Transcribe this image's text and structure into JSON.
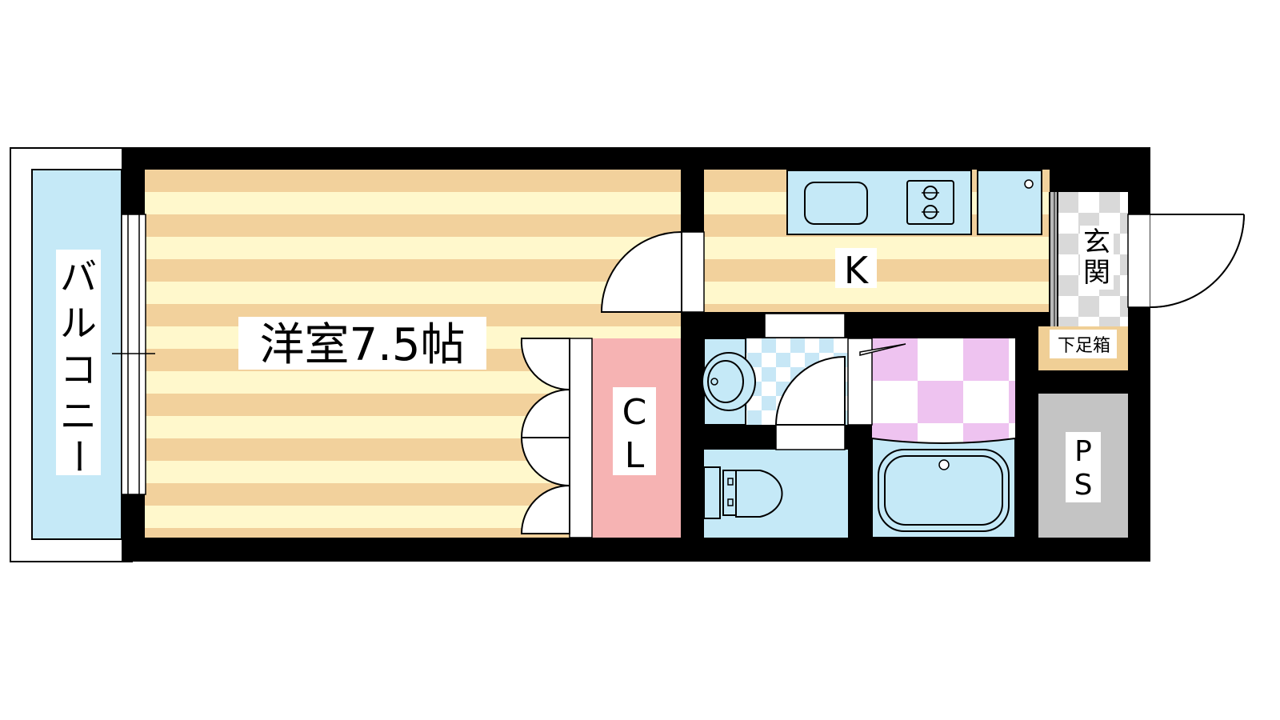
{
  "floorplan": {
    "rooms": {
      "western_room": "洋室7.5帖",
      "kitchen": "K",
      "closet_top": "C",
      "closet_bottom": "L",
      "balcony": [
        "バ",
        "ル",
        "コ",
        "ニ",
        "ー"
      ],
      "entrance": [
        "玄",
        "関"
      ],
      "shoe_box": "下足箱",
      "pipe_space_top": "P",
      "pipe_space_bottom": "S"
    },
    "colors": {
      "wall": "#000000",
      "floor_stripe_a": "#f2d19c",
      "floor_stripe_b": "#fff8cc",
      "fixture_blue": "#c5e9f7",
      "closet_pink": "#f6b3b3",
      "bath_tile_pink": "#eec3f0",
      "utility_tile_blue": "#c7e7f6",
      "pipe_space_gray": "#c4c4c4",
      "entrance_tile_gray": "#d9d9d9",
      "shoe_box_tan": "#f0cf96"
    }
  }
}
